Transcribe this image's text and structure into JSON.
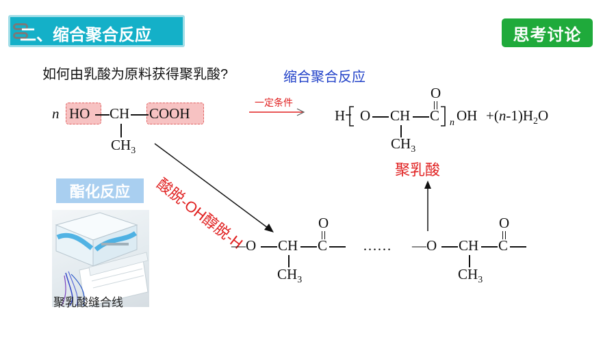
{
  "header": {
    "section_title": "二、缩合聚合反应",
    "discuss_badge": "思考讨论"
  },
  "question": {
    "text": "如何由乳酸为原料获得聚乳酸?",
    "answer": "缩合聚合反应"
  },
  "reactant": {
    "n": "n",
    "ho": "HO",
    "ch": "CH",
    "cooh": "COOH",
    "ch3_main": "CH",
    "ch3_sub": "3"
  },
  "condition": "一定条件",
  "product": {
    "h": "H",
    "o": "O",
    "ch": "CH",
    "c": "C",
    "carbonyl_o": "O",
    "n_sub": "n",
    "oh": "OH",
    "plus_part1": "+(",
    "plus_n": "n",
    "plus_part2": "-1)H",
    "h2_sub": "2",
    "water_o": "O",
    "ch3_main": "CH",
    "ch3_sub": "3"
  },
  "polylactic_label": "聚乳酸",
  "diagonal_label": "酸脱-OH醇脱-H",
  "chain_unit": {
    "dash_o": "—O",
    "ch": "CH",
    "c": "C",
    "carbonyl_o": "O",
    "ch3_main": "CH",
    "ch3_sub": "3"
  },
  "ellipsis": "……",
  "esterification_label": "酯化反应",
  "photo_caption": "聚乳酸缝合线",
  "colors": {
    "section_teal": "#14b0c8",
    "badge_green": "#1faa3b",
    "answer_blue": "#2040c8",
    "accent_red": "#e02020",
    "highlight_pink": "#f7c2c2",
    "ester_box_blue": "#a9cff0"
  }
}
